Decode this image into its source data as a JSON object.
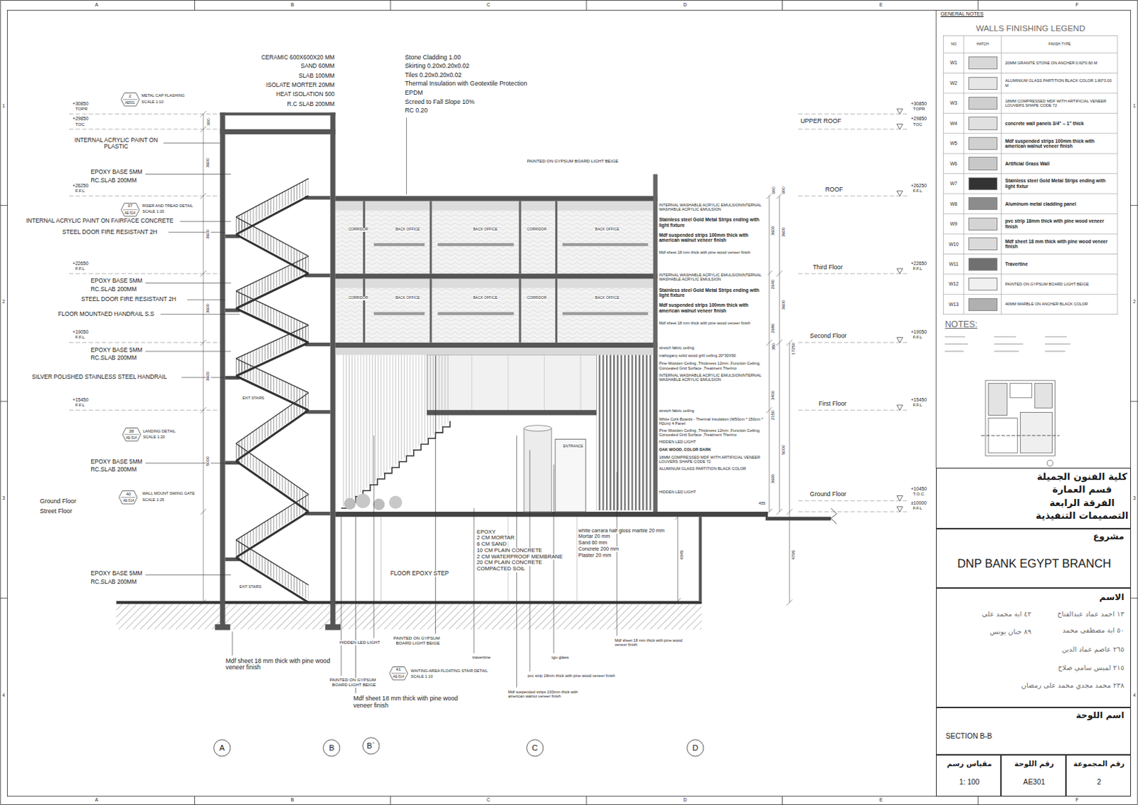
{
  "diagram": {
    "nodes": [
      {
        "text": [
          "2",
          "AE501"
        ]
      },
      {
        "text": [
          "37",
          "AE-514"
        ]
      },
      {
        "text": [
          "38",
          "AE-514"
        ]
      },
      {
        "text": [
          "40",
          "AE-514"
        ]
      },
      {
        "text": [
          "41",
          "AE-514"
        ]
      },
      {
        "text": [
          "A"
        ]
      },
      {
        "text": [
          "B"
        ]
      },
      {
        "text": [
          "B`"
        ]
      },
      {
        "text": [
          "C"
        ]
      },
      {
        "text": [
          "D"
        ]
      },
      {
        "text": [
          "كلية الفنون الجميلة",
          "قسم العمارة",
          "الفرقة الرابعة",
          "التصميمات التنفيذية"
        ]
      },
      {
        "text": [
          "مشروع",
          "DNP BANK EGYPT BRANCH"
        ]
      },
      {
        "text": [
          "الاسم",
          "١٣ احمد عماد عبدالفتاح",
          "٤٢ اية محمد على",
          "٥٠ اية مصطفى محمد",
          "٨٩ حنان يونس",
          "٢٦٥ عاصم عماد الدين",
          "٢١٥ لميس سامي صلاح",
          "٢٣٨ محمد مجدي محمد على رمضان"
        ]
      },
      {
        "text": [
          "اسم اللوحة",
          "SECTION B-B"
        ]
      },
      {
        "text": [
          "مقياس رسم",
          "1: 100"
        ]
      },
      {
        "text": [
          "رقم اللوحة",
          "AE301"
        ]
      },
      {
        "text": [
          "رقم المجموعة",
          "2"
        ]
      }
    ],
    "labels": [
      "A",
      "B",
      "C",
      "D",
      "E",
      "F",
      "A",
      "B",
      "C",
      "D",
      "E",
      "F",
      "1",
      "2",
      "3",
      "4",
      "1",
      "2",
      "3",
      "4",
      "CERAMIC 600X600X20 MM",
      "SAND 60MM",
      "SLAB 100MM",
      "ISOLATE MORTER 20MM",
      "HEAT ISOLATION 500",
      "R.C SLAB 200MM",
      "Stone Cladding 1.00",
      "Skirting 0.20x0.20x0.02",
      "Tiles 0.20x0.20x0.02",
      "Thermal Insulation with Geotextile Protection",
      "EPDM",
      "Screed to Fall Slope 10%",
      "RC 0.20",
      "METAL CAP FLASHING",
      "SCALE 1:10",
      "INTERNAL ACRYLIC PAINT ON PLASTIC",
      "EPOXY BASE 5MM",
      "RC.SLAB 200MM",
      "RISER AND TREAD DETAIL",
      "SCALE 1:20",
      "INTERNAL ACRYLIC PAINT ON FAIRFACE CONCRETE",
      "STEEL DOOR FIRE RESISTANT 2H",
      "EPOXY BASE 5MM",
      "RC.SLAB 200MM",
      "STEEL DOOR FIRE RESISTANT 2H",
      "FLOOR MOUNTAED HANDRAIL S.S",
      "EPOXY BASE 5MM",
      "RC.SLAB 200MM",
      "SILVER POLISHED STAINLESS STEEL HANDRAIL",
      "LANDING DETAIL",
      "SCALE 1:20",
      "EPOXY BASE 5MM",
      "RC.SLAB 200MM",
      "WALL MOUNT SWING GATE",
      "SCALE 1:25",
      "Ground Floor",
      "Street Floor",
      "EPOXY BASE 5MM",
      "RC.SLAB 200MM",
      "+30850",
      "TOPR",
      "+29850",
      "TOC",
      "+26250",
      "F.F.L",
      "+22650",
      "F.F.L",
      "+19050",
      "F.F.L",
      "+15450",
      "F.F.L",
      "+30850",
      "TOPR",
      "+29850",
      "TOC",
      "+26250",
      "F.F.L",
      "+22650",
      "F.F.L",
      "+19050",
      "F.F.L",
      "+15450",
      "F.F.L",
      "+10450",
      "T.O.C",
      "±10000",
      "F.F.L",
      "UPPER ROOF",
      "ROOF",
      "Third Floor",
      "Second Floor",
      "First Floor",
      "Ground Floor",
      "PAINTED ON GYPSUM BOARD LIGHT BEIGE",
      "INTERNAL WASHABLE ACRYLIC EMULSIONINTERNAL WASHABLE ACRYLIC EMULSION",
      "Stainless steel Gold Metal Strips ending with light fixture",
      "Mdf suspended strips 100mm thick with american walnut veneer finish",
      "Mdf sheet 18 mm thick with pine wood veneer finish",
      "INTERNAL WASHABLE ACRYLIC EMULSIONINTERNAL WASHABLE ACRYLIC EMULSION",
      "Stainless steel Gold Metal Strips ending with light fixture",
      "Mdf suspended strips 100mm thick with american walnut veneer finish",
      "Mdf sheet 18 mm thick with pine wood veneer finish",
      "stretch fabric ceiling",
      "mahogany solid wood grill ceiling 20*30X90",
      "Pine Wooden Ceiling ,Thickness 12mm ,Function Ceiling, Concealed Grid Surface ,Treatment Thermo",
      "INTERNAL WASHABLE ACRYLIC EMULSIONINTERNAL WASHABLE ACRYLIC EMULSION",
      "stretch fabric ceiling",
      "White Cork Boards - Thermal Insulation (W50cm * 150cm * H2cm) 4 Panel",
      "Pine Wooden Ceiling ,Thickness 12mm ,Function Ceiling, Concealed Grid Surface ,Treatment Thermo",
      "HIDDEN LED LIGHT",
      "OAK WOOD, COLOR DARK",
      "18MM COMPRESSED MDF WITH ARTIFICIAL VENEER LOUVERS SHAPE CODE 72",
      "ALUMINUM GLASS PARTITION BLACK COLOR",
      "HIDDEN LED LIGHT",
      "900",
      "3600",
      "2940",
      "2680",
      "350",
      "3400",
      "2150",
      "3690",
      "900",
      "3600",
      "3600",
      "5000",
      "17250",
      "455",
      "4795",
      "4345",
      "900",
      "3600",
      "3600",
      "3600",
      "3600",
      "5000",
      "CORRIDOR",
      "BACK OFFICE",
      "BACK OFFICE",
      "CORRIDOR",
      "BACK OFFICE",
      "CORRIDOR",
      "BACK OFFICE",
      "BACK OFFICE",
      "CORRIDOR",
      "BACK OFFICE",
      "EXIT STAIRS",
      "EXIT STAIRS",
      "ENTRANCE",
      "FLOOR EPOXY STEP",
      "EPOXY",
      "2 CM MORTAR",
      "6 CM SAND",
      "10 CM PLAIN CONCRETE",
      "2 CM WATERPROOF MEMBRANE",
      "20 CM PLAIN CONCRETE",
      "COMPACTED SOIL",
      "white carrara half gloss marble 20 mm",
      "Mortar 20 mm",
      "Sand 60 mm",
      "Concrete 200 mm",
      "Plaster 20 mm",
      "Mdf sheet 18 mm thick with pine wood veneer finish",
      "HIDDEN LED LIGHT",
      "PAINTED ON GYPSUM BOARD LIGHT BEIGE",
      "PAINTED ON GYPSUM BOARD LIGHT BEIGE",
      "WAITING-AREA FLOATING STAIR DETAIL",
      "SCALE 1:10",
      "Mdf sheet 18 mm thick with pine wood veneer finish",
      "travertine",
      "igu glass",
      "Mdf sheet 18 mm thick with pine wood veneer finish",
      "pvc strip 18mm thick with pine wood veneer finish",
      "Mdf suspended strips 100mm thick with american walnut veneer finish",
      "GENERAL NOTES",
      "WALLS FINISHING LEGEND",
      "NO",
      "HATCH",
      "FINISH TYPE",
      "W1",
      "W2",
      "W3",
      "W4",
      "W5",
      "W6",
      "W7",
      "W8",
      "W9",
      "W10",
      "W11",
      "W12",
      "W13",
      "NOTES:"
    ],
    "legend": [
      {
        "text": "20MM GRANITE STONE ON ANCHER 0.60*0.60 M",
        "color": "#d8d8d8"
      },
      {
        "text": "ALUMINIUM GLASS PARTITION BLACK COLOR 1.80*3.00 M",
        "color": "#e6e6e6"
      },
      {
        "text": "18MM COMPRESSED MDF WITH ARTIFICIAL VENEER LOUVERS SHAPE CODE 72",
        "color": "#cfcfcf"
      },
      {
        "text": "concrete wall panels 3/4\" – 1\" thick",
        "color": "#e0e0e0"
      },
      {
        "text": "Mdf suspended strips 100mm thick with american walnut veneer finish",
        "color": "#d0d0d0"
      },
      {
        "text": "Artificial Grass Wall",
        "color": "#c8c8c8"
      },
      {
        "text": "Stainless steel Gold Metal Strips ending with light fixtur",
        "color": "#333333"
      },
      {
        "text": "Aluminum metal cladding panel",
        "color": "#8c8c8c"
      },
      {
        "text": "pvc strip 18mm thick with pine wood veneer finish",
        "color": "#d4d4d4"
      },
      {
        "text": "Mdf sheet 18 mm thick with pine wood veneer finish",
        "color": "#dadada"
      },
      {
        "text": "Travertine",
        "color": "#707070"
      },
      {
        "text": "PAINTED ON GYPSUM BOARD LIGHT BEIGE",
        "color": "#f0f0f0"
      },
      {
        "text": "40MM MARBLE ON ANCHER BLACK COLOR",
        "color": "#b0b0b0"
      }
    ]
  }
}
